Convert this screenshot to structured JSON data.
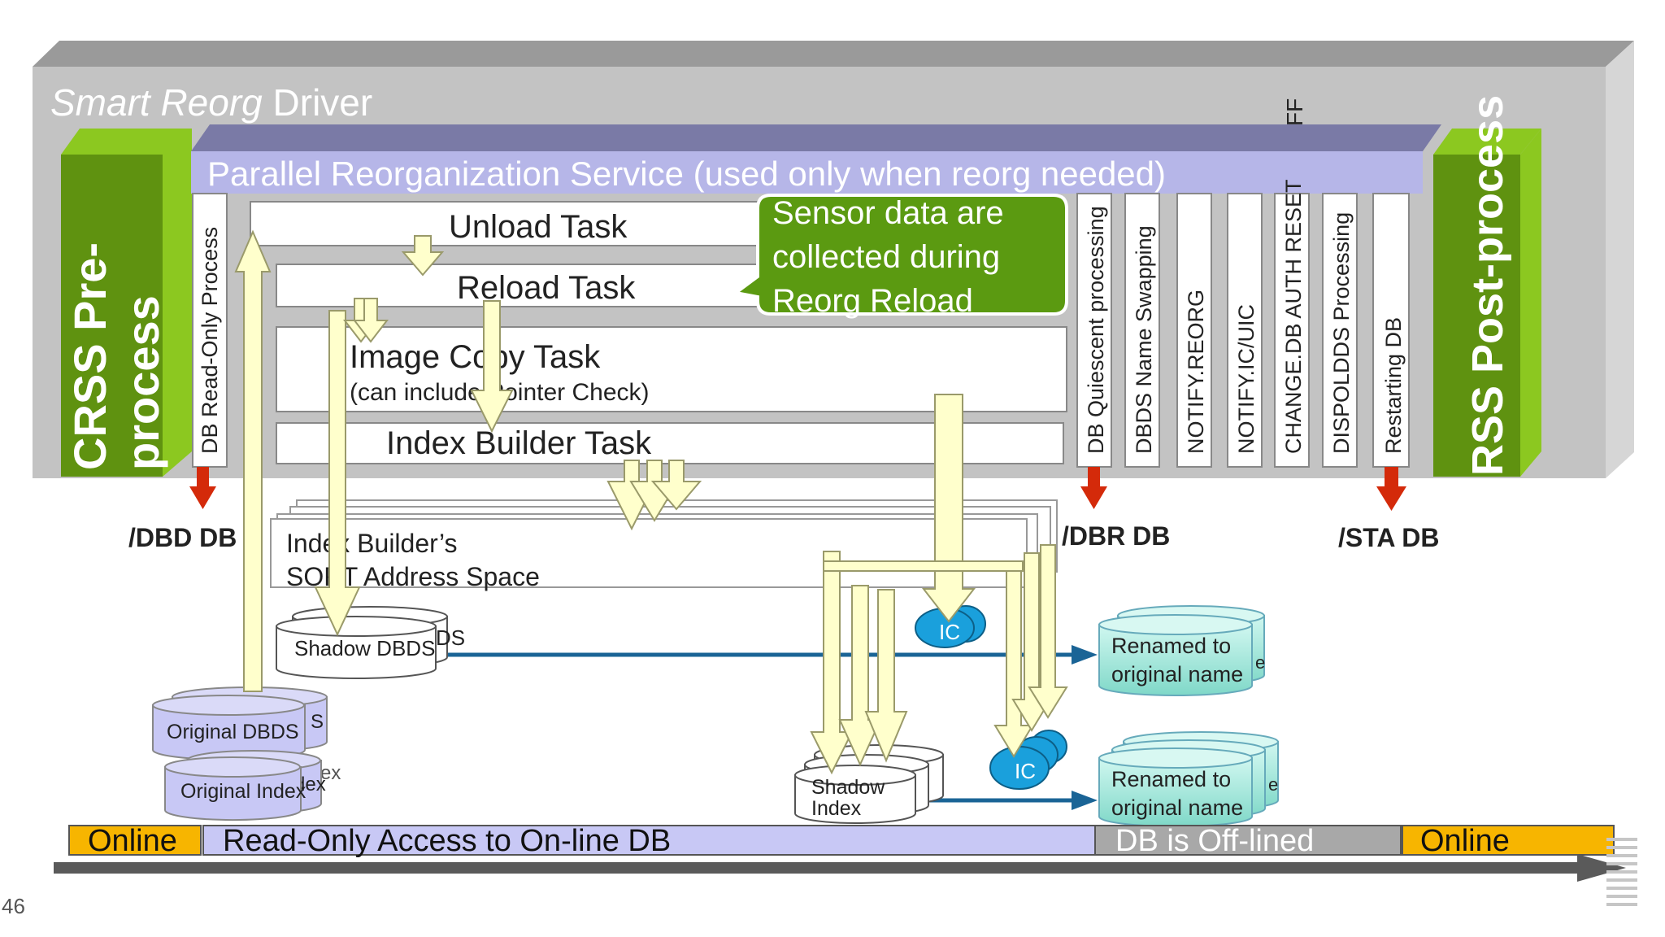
{
  "driver": {
    "title_italic": "Smart Reorg",
    "title_rest": " Driver",
    "side_label": "FF"
  },
  "pre": {
    "line1": "CRSS Pre-",
    "line2": "process"
  },
  "post": {
    "label": "RSS Post-process"
  },
  "prs": {
    "title": "Parallel Reorganization Service (used only when reorg needed)"
  },
  "tasks": {
    "unload": "Unload Task",
    "reload": "Reload Task",
    "imagecopy": "Image Copy Task",
    "imagecopy_sub": "(can include Pointer Check)",
    "indexbuilder": "Index Builder Task"
  },
  "callout": {
    "line1": "Sensor data are",
    "line2": "collected during",
    "line3": "Reorg Reload"
  },
  "columns": {
    "left": "DB Read-Only Process",
    "right": [
      "DB Quiescent processing",
      "DBDS Name Swapping",
      "NOTIFY.REORG",
      "NOTIFY.IC/UIC",
      "CHANGE.DB AUTH RESET",
      "DISPOLDDS Processing",
      "Restarting DB"
    ]
  },
  "commands": {
    "dbd": "/DBD DB",
    "dbr": "/DBR DB",
    "sta": "/STA DB"
  },
  "sort": {
    "line1": "Index Builder’s",
    "line2": "SORT Address Space"
  },
  "datasets": {
    "shadow_dbds": "Shadow DBDS",
    "shadow_dbds_back": "DS",
    "original_dbds": "Original DBDS",
    "original_dbds_back": "S",
    "original_index": "Original Index",
    "original_index_back": "dex",
    "original_index_back2": "ex",
    "shadow_index1": "Shadow",
    "shadow_index2": "Index",
    "ic": "IC",
    "renamed1": "Renamed to",
    "renamed2": "original name",
    "renamed_back": "e"
  },
  "timeline": {
    "online_left": "Online",
    "readonly": "Read-Only Access to On-line DB",
    "offline": "DB is Off-lined",
    "online_right": "Online"
  },
  "page_number": "46",
  "colors": {
    "green": "#6a9a10",
    "green_light": "#8cc820",
    "purple": "#7b7ba8",
    "lavender": "#c8c8f5",
    "callout_green": "#5a9a10",
    "online_orange": "#f7b500",
    "arrow_fill": "#ffffcc",
    "arrow_stroke": "#9a9a6a",
    "red": "#d42a0a",
    "teal": "#a8ece0",
    "ic_blue": "#1aa0dc",
    "blue_line": "#1a6496"
  }
}
